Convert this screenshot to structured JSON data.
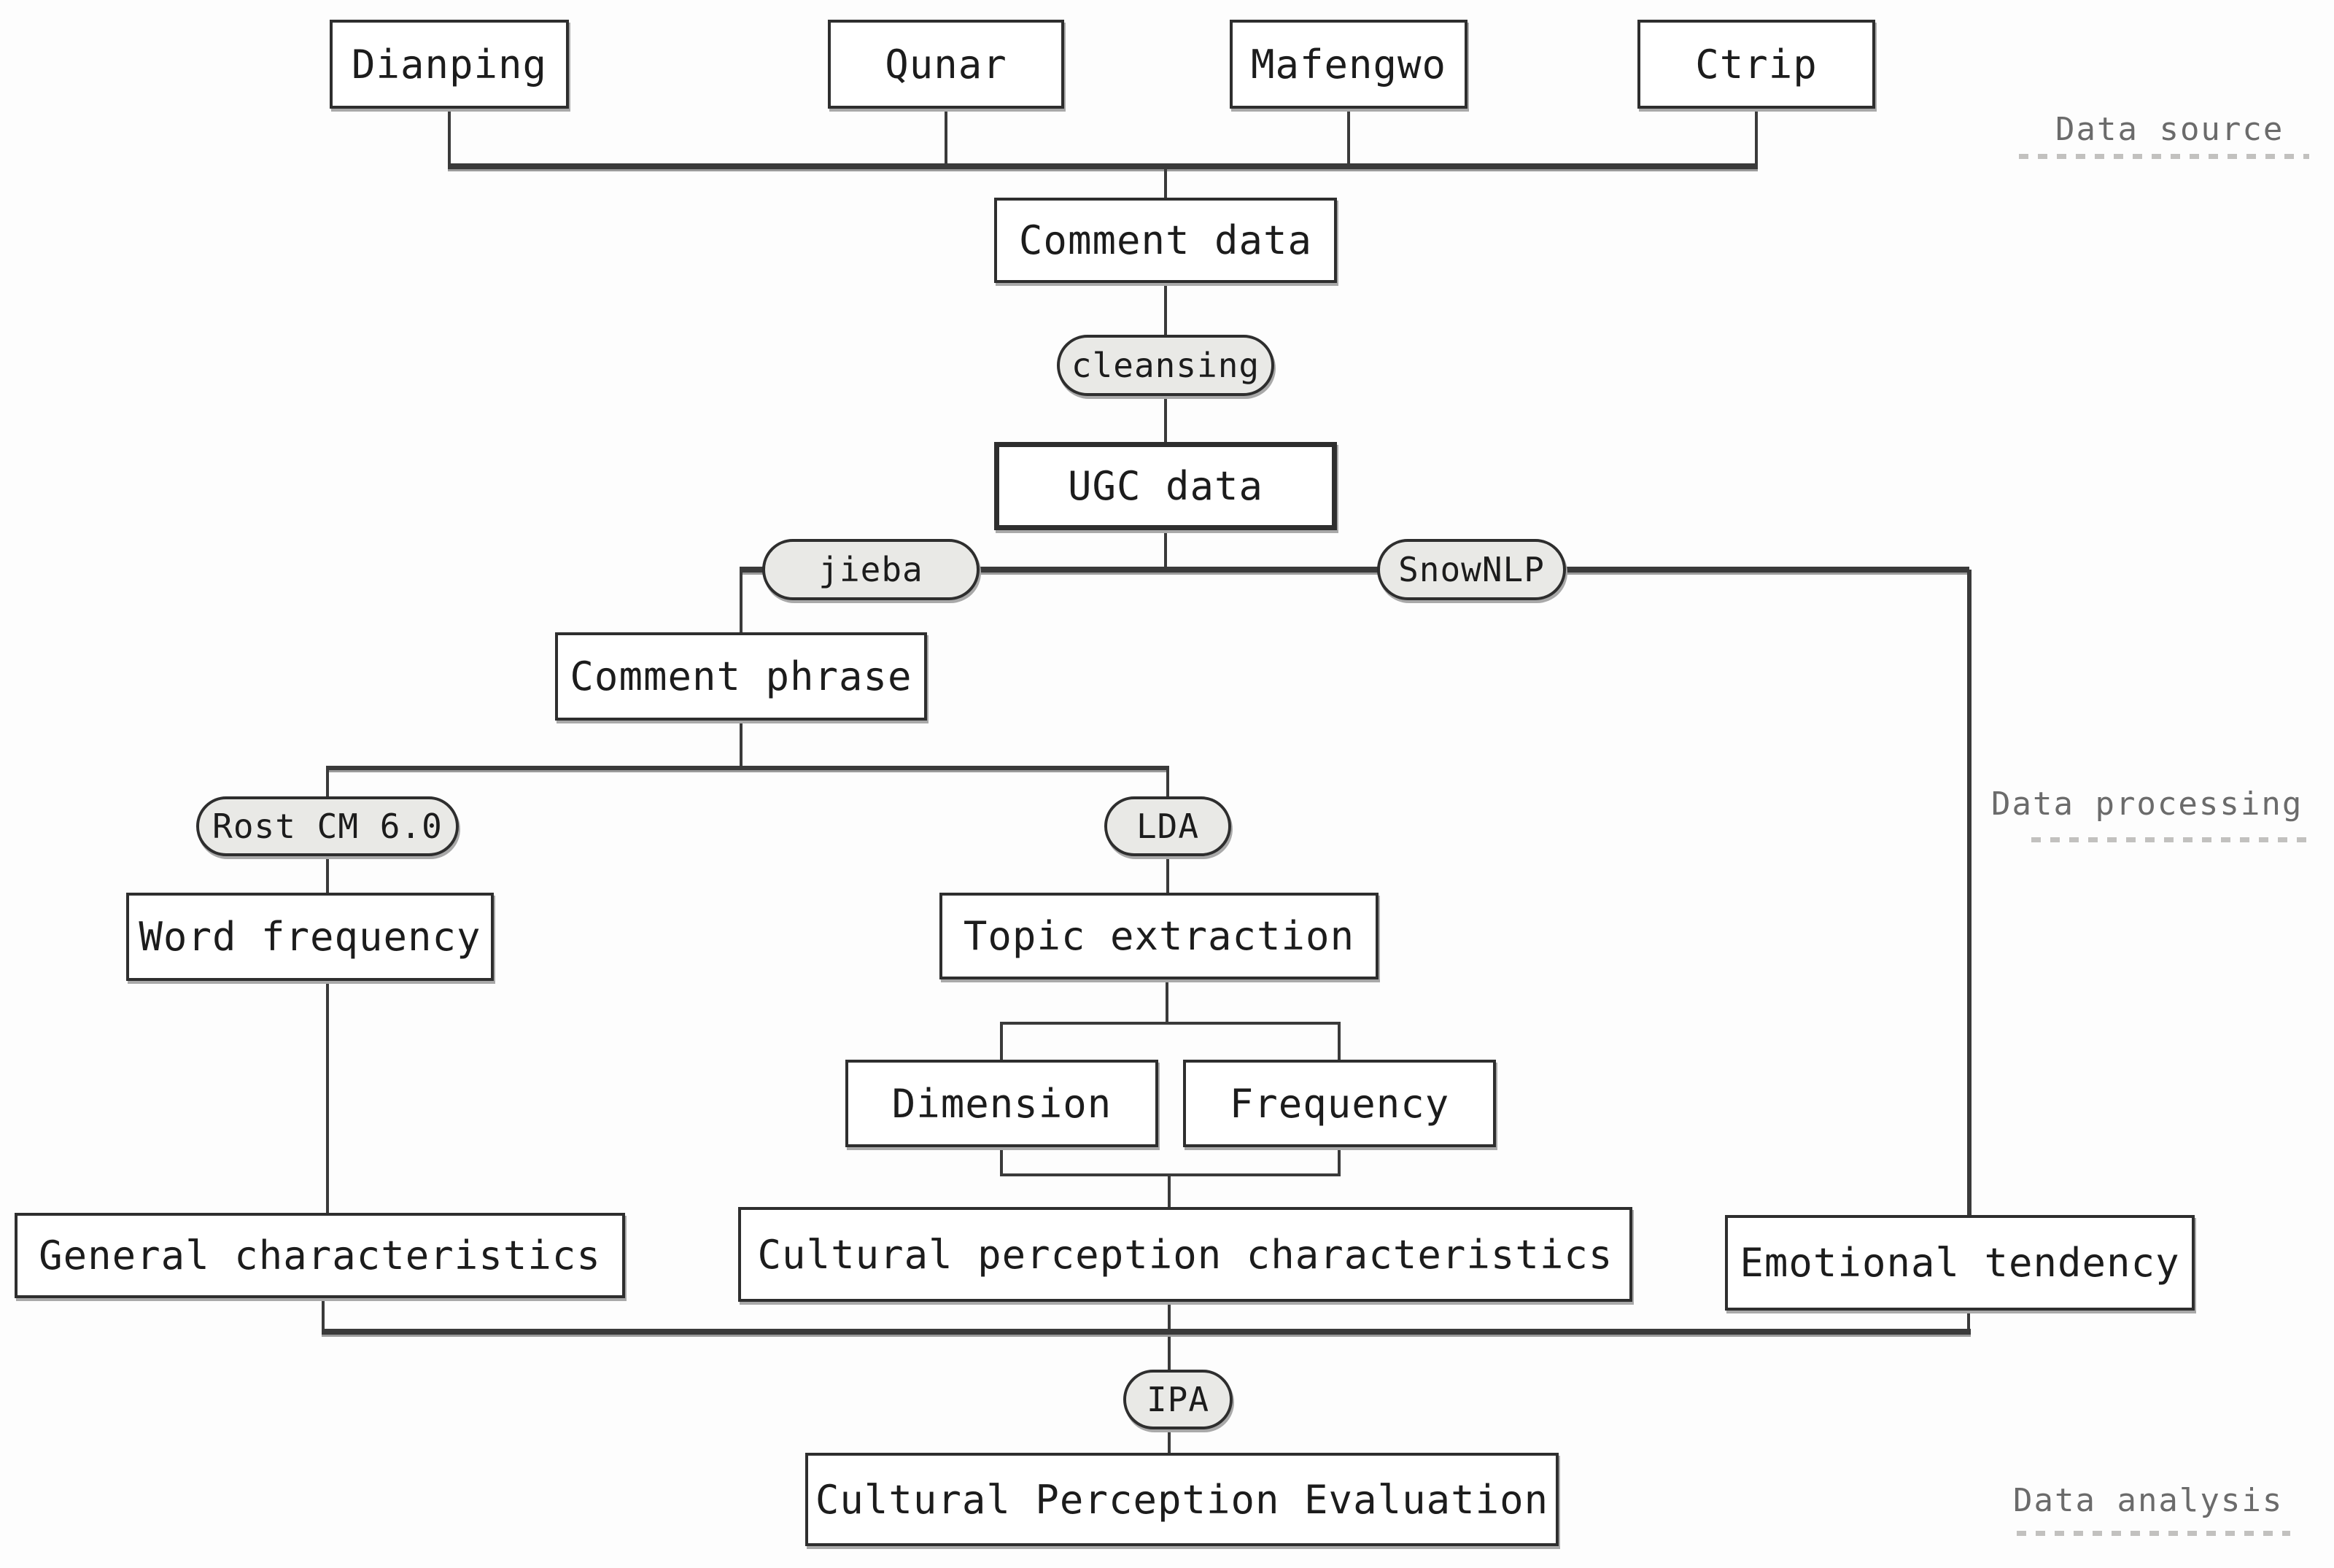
{
  "nodes": {
    "dianping": "Dianping",
    "qunar": "Qunar",
    "mafengwo": "Mafengwo",
    "ctrip": "Ctrip",
    "comment_data": "Comment data",
    "cleansing": "cleansing",
    "ugc_data": "UGC data",
    "jieba": "jieba",
    "snownlp": "SnowNLP",
    "comment_phrase": "Comment phrase",
    "rost_cm": "Rost CM 6.0",
    "lda": "LDA",
    "word_frequency": "Word frequency",
    "topic_extraction": "Topic extraction",
    "dimension": "Dimension",
    "frequency": "Frequency",
    "general_characteristics": "General characteristics",
    "cultural_perception_characteristics": "Cultural perception characteristics",
    "emotional_tendency": "Emotional tendency",
    "ipa": "IPA",
    "cultural_perception_evaluation": "Cultural Perception Evaluation"
  },
  "section_labels": {
    "data_source": "Data source",
    "data_processing": "Data processing",
    "data_analysis": "Data analysis"
  },
  "colors": {
    "background": "#fdfdfd",
    "line": "#3a3a3a",
    "box_border": "#2e2e2e",
    "pill_fill": "#e9e9e6",
    "label_text": "#6b6b6b",
    "underline": "#c2c1bf"
  }
}
